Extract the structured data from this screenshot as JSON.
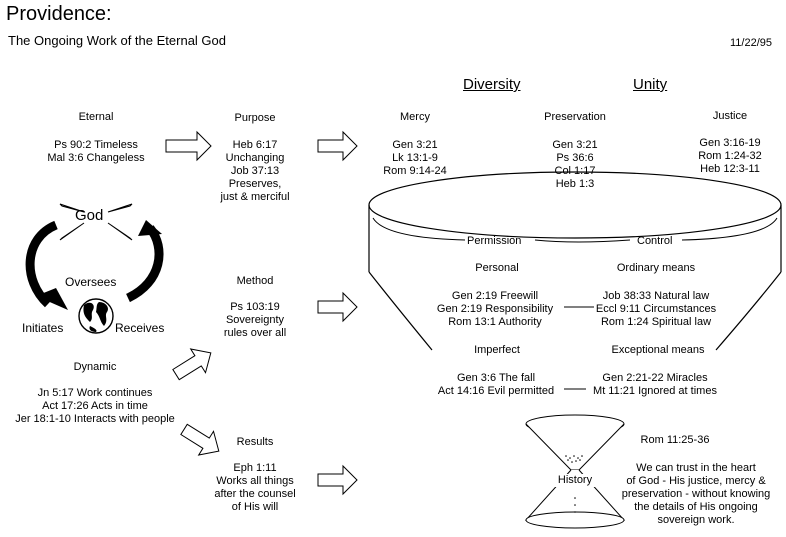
{
  "title": "Providence:",
  "subtitle": "The Ongoing Work of the Eternal God",
  "date": "11/22/95",
  "headers": {
    "diversity": "Diversity",
    "unity": "Unity"
  },
  "eternal": {
    "label": "Eternal",
    "lines": [
      "Ps 90:2 Timeless",
      "Mal 3:6 Changeless"
    ]
  },
  "purpose": {
    "label": "Purpose",
    "lines": [
      "Heb 6:17",
      "Unchanging",
      "Job 37:13",
      "Preserves,",
      "just & merciful"
    ]
  },
  "mercy": {
    "label": "Mercy",
    "lines": [
      "Gen 3:21",
      "Lk 13:1-9",
      "Rom 9:14-24"
    ]
  },
  "preservation": {
    "label": "Preservation",
    "lines": [
      "Gen 3:21",
      "Ps 36:6",
      "Col 1:17",
      "Heb 1:3"
    ]
  },
  "justice": {
    "label": "Justice",
    "lines": [
      "Gen 3:16-19",
      "Rom 1:24-32",
      "Heb 12:3-11"
    ]
  },
  "cycle": {
    "god": "God",
    "oversees": "Oversees",
    "initiates": "Initiates",
    "receives": "Receives"
  },
  "bowl": {
    "permission": "Permission",
    "control": "Control"
  },
  "method": {
    "label": "Method",
    "lines": [
      "Ps 103:19",
      "Sovereignty",
      "rules over all"
    ]
  },
  "personal": {
    "label": "Personal",
    "lines": [
      "Gen 2:19 Freewill",
      "Gen 2:19 Responsibility",
      "Rom 13:1 Authority"
    ]
  },
  "ordinary": {
    "label": "Ordinary means",
    "lines": [
      "Job 38:33 Natural law",
      "Eccl 9:11 Circumstances",
      "Rom 1:24 Spiritual law"
    ]
  },
  "dynamic": {
    "label": "Dynamic",
    "lines": [
      "Jn 5:17 Work continues",
      "Act 17:26 Acts in time",
      "Jer 18:1-10 Interacts with people"
    ]
  },
  "imperfect": {
    "label": "Imperfect",
    "lines": [
      "Gen 3:6 The fall",
      "Act 14:16 Evil permitted"
    ]
  },
  "exceptional": {
    "label": "Exceptional means",
    "lines": [
      "Gen 2:21-22 Miracles",
      "Mt 11:21 Ignored at times"
    ]
  },
  "results": {
    "label": "Results",
    "lines": [
      "Eph 1:11",
      "Works all things",
      "after the counsel",
      "of His will"
    ]
  },
  "history": {
    "label": "History"
  },
  "conclusion": {
    "ref": "Rom 11:25-36",
    "lines": [
      "We can trust in the heart",
      "of God - His justice, mercy &",
      "preservation - without knowing",
      "the details of His ongoing",
      "sovereign work."
    ]
  }
}
